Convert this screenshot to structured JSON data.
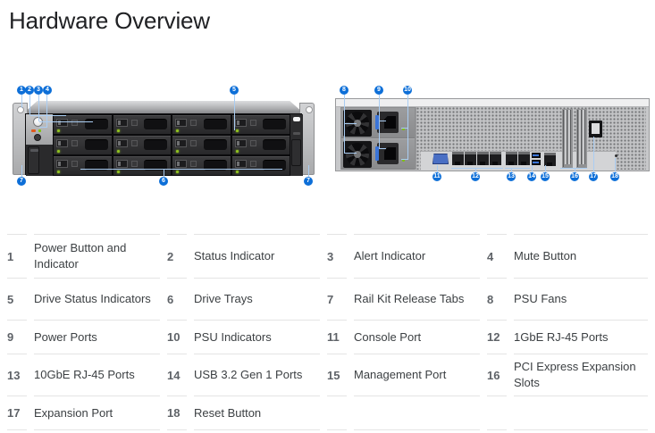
{
  "page": {
    "title": "Hardware Overview"
  },
  "colors": {
    "callout_blue": "#0d6fd8",
    "leader_blue": "#aacdf2",
    "drive_led_green": "#8fc020"
  },
  "callouts": [
    "1",
    "2",
    "3",
    "4",
    "5",
    "6",
    "7",
    "8",
    "9",
    "10",
    "11",
    "12",
    "13",
    "14",
    "15",
    "16",
    "17",
    "18"
  ],
  "legend": {
    "items": [
      {
        "num": "1",
        "label": "Power Button and Indicator"
      },
      {
        "num": "2",
        "label": "Status Indicator"
      },
      {
        "num": "3",
        "label": "Alert Indicator"
      },
      {
        "num": "4",
        "label": "Mute Button"
      },
      {
        "num": "5",
        "label": "Drive Status Indicators"
      },
      {
        "num": "6",
        "label": "Drive Trays"
      },
      {
        "num": "7",
        "label": "Rail Kit Release Tabs"
      },
      {
        "num": "8",
        "label": "PSU Fans"
      },
      {
        "num": "9",
        "label": "Power Ports"
      },
      {
        "num": "10",
        "label": "PSU Indicators"
      },
      {
        "num": "11",
        "label": "Console Port"
      },
      {
        "num": "12",
        "label": "1GbE RJ-45 Ports"
      },
      {
        "num": "13",
        "label": "10GbE RJ-45 Ports"
      },
      {
        "num": "14",
        "label": "USB 3.2 Gen 1 Ports"
      },
      {
        "num": "15",
        "label": "Management Port"
      },
      {
        "num": "16",
        "label": "PCI Express Expansion Slots"
      },
      {
        "num": "17",
        "label": "Expansion Port"
      },
      {
        "num": "18",
        "label": "Reset Button"
      }
    ]
  }
}
